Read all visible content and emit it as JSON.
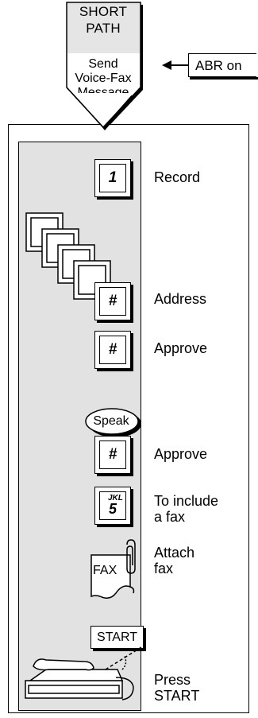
{
  "header": {
    "title_line1": "SHORT",
    "title_line2": "PATH",
    "subtitle_line1": "Send",
    "subtitle_line2": "Voice-Fax",
    "subtitle_line3": "Message"
  },
  "abr": {
    "label": "ABR on"
  },
  "steps": [
    {
      "key": "1",
      "label_line1": "Record",
      "label_line2": ""
    },
    {
      "key": "#",
      "label_line1": "Address",
      "label_line2": ""
    },
    {
      "key": "#",
      "label_line1": "Approve",
      "label_line2": ""
    },
    {
      "key": "Speak",
      "label_line1": "",
      "label_line2": ""
    },
    {
      "key": "#",
      "label_line1": "Approve",
      "label_line2": ""
    },
    {
      "key": "5",
      "key_letters": "JKL",
      "label_line1": "To include",
      "label_line2": "a fax"
    },
    {
      "key": "FAX",
      "label_line1": "Attach",
      "label_line2": "fax"
    },
    {
      "key": "START",
      "label_line1": "Press",
      "label_line2": "START"
    }
  ],
  "colors": {
    "panel": "#e2e2e2",
    "header_band": "#e5e5e5"
  },
  "icons": [
    "arrow-left-icon",
    "paper-clip-icon",
    "fax-page-icon",
    "fax-machine-icon"
  ]
}
